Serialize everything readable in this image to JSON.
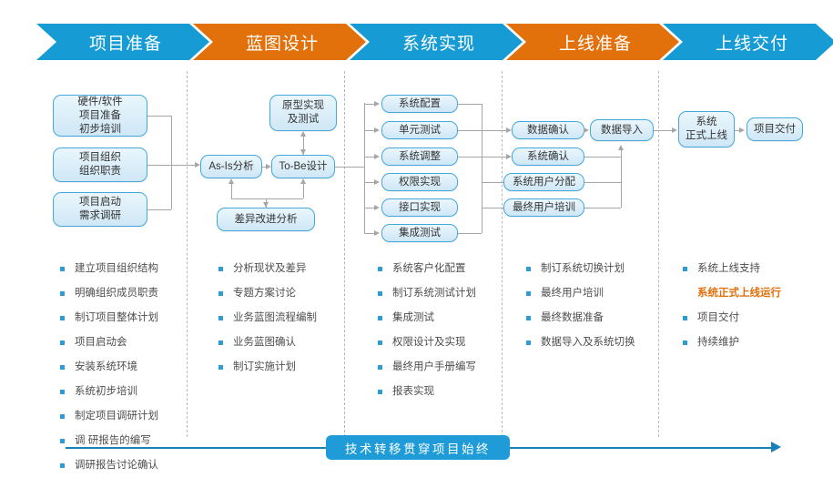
{
  "colors": {
    "phase_blue": "#169bd5",
    "phase_orange": "#e2700b",
    "box_fill": "#d9ecf7",
    "box_border": "#45a8dd",
    "bullet_dot": "#2d9cd2",
    "highlight_text": "#e2700b",
    "banner_blue": "#1f9cd8",
    "connector_gray": "#a6a6a6"
  },
  "phases": [
    {
      "label": "项目准备",
      "color": "blue"
    },
    {
      "label": "蓝图设计",
      "color": "orange"
    },
    {
      "label": "系统实现",
      "color": "blue"
    },
    {
      "label": "上线准备",
      "color": "orange"
    },
    {
      "label": "上线交付",
      "color": "blue"
    }
  ],
  "boxes": {
    "prep_hw_sw": "硬件/软件\n项目准备\n初步培训",
    "prep_org": "项目组织\n组织职责",
    "prep_kickoff": "项目启动\n需求调研",
    "asis": "As-Is分析",
    "tobe": "To-Be设计",
    "prototype": "原型实现\n及测试",
    "gap": "差异改进分析",
    "sys_config": "系统配置",
    "unit_test": "单元测试",
    "sys_adjust": "系统调整",
    "auth_impl": "权限实现",
    "api_impl": "接口实现",
    "integration_test": "集成测试",
    "data_confirm": "数据确认",
    "sys_confirm": "系统确认",
    "user_assign": "系统用户分配",
    "final_training": "最终用户培训",
    "data_import": "数据导入",
    "go_live": "系统\n正式上线",
    "delivery": "项目交付"
  },
  "bullet_columns": [
    {
      "items": [
        {
          "text": "建立项目组织结构",
          "highlight": false
        },
        {
          "text": "明确组织成员职责",
          "highlight": false
        },
        {
          "text": "制订项目整体计划",
          "highlight": false
        },
        {
          "text": "项目启动会",
          "highlight": false
        },
        {
          "text": "安装系统环境",
          "highlight": false
        },
        {
          "text": "系统初步培训",
          "highlight": false
        },
        {
          "text": "制定项目调研计划",
          "highlight": false
        },
        {
          "text": "调 研报告的编写",
          "highlight": false
        },
        {
          "text": "调研报告讨论确认",
          "highlight": false
        }
      ]
    },
    {
      "items": [
        {
          "text": "分析现状及差异",
          "highlight": false
        },
        {
          "text": "专题方案讨论",
          "highlight": false
        },
        {
          "text": "业务蓝图流程编制",
          "highlight": false
        },
        {
          "text": "业务蓝图确认",
          "highlight": false
        },
        {
          "text": "制订实施计划",
          "highlight": false
        }
      ]
    },
    {
      "items": [
        {
          "text": "系统客户化配置",
          "highlight": false
        },
        {
          "text": "制订系统测试计划",
          "highlight": false
        },
        {
          "text": "集成测试",
          "highlight": false
        },
        {
          "text": "权限设计及实现",
          "highlight": false
        },
        {
          "text": "最终用户手册编写",
          "highlight": false
        },
        {
          "text": "报表实现",
          "highlight": false
        }
      ]
    },
    {
      "items": [
        {
          "text": "制订系统切换计划",
          "highlight": false
        },
        {
          "text": "最终用户培训",
          "highlight": false
        },
        {
          "text": "最终数据准备",
          "highlight": false
        },
        {
          "text": "数据导入及系统切换",
          "highlight": false
        }
      ]
    },
    {
      "items": [
        {
          "text": "系统上线支持",
          "highlight": false
        },
        {
          "text": "系统正式上线运行",
          "highlight": true
        },
        {
          "text": "项目交付",
          "highlight": false
        },
        {
          "text": "持续维护",
          "highlight": false
        }
      ]
    }
  ],
  "banner": {
    "label": "技术转移贯穿项目始终"
  }
}
